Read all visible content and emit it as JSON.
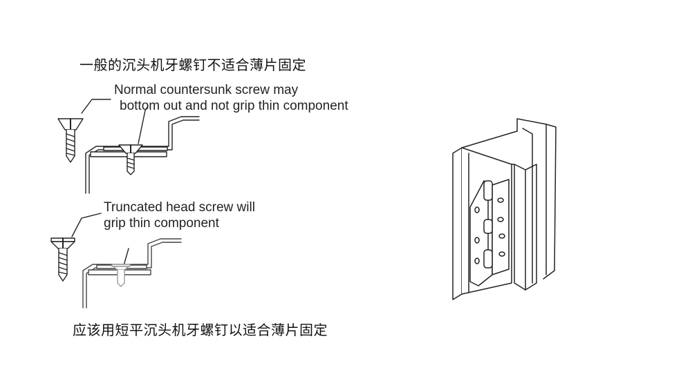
{
  "top_caption_cn": "一般的沉头机牙螺钉不适合薄片固定",
  "bottom_caption_cn": "应该用短平沉头机牙螺钉以适合薄片固定",
  "callout_normal": {
    "line1": "Normal countersunk screw may",
    "line2": "bottom out and not grip thin component"
  },
  "callout_truncated": {
    "line1": "Truncated head screw will",
    "line2": "grip thin component"
  }
}
